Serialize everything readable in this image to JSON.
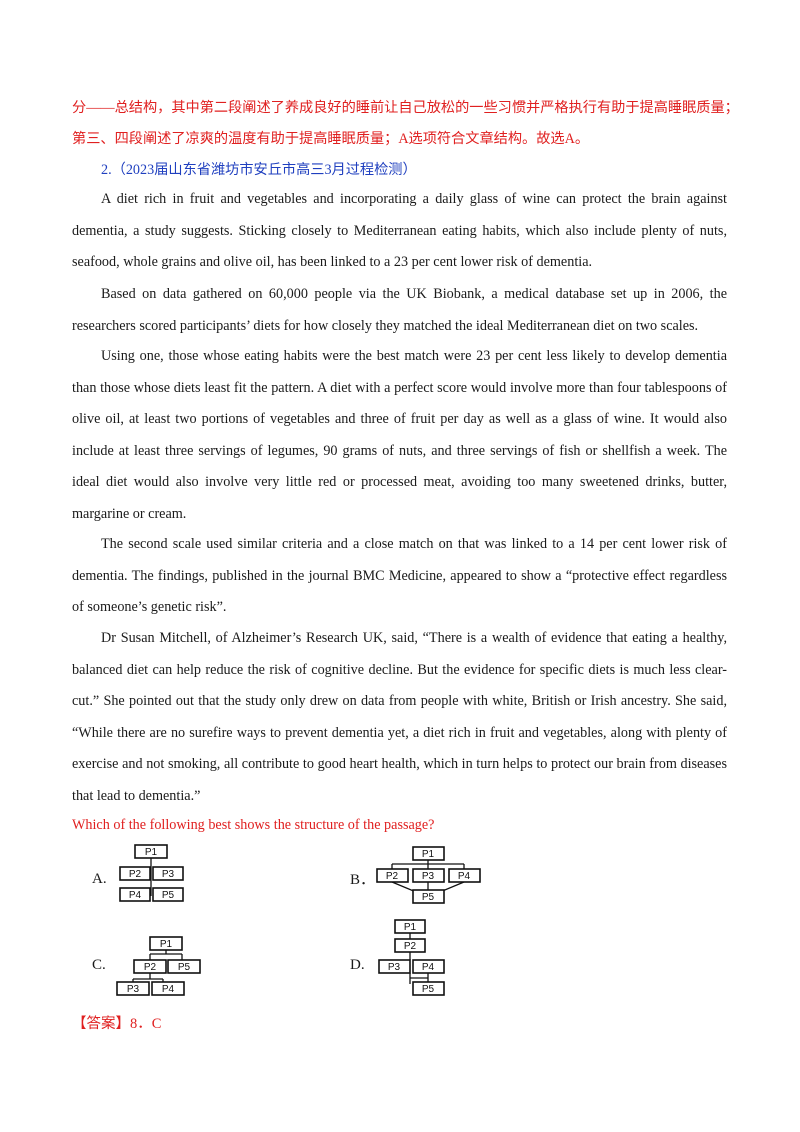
{
  "intro_lines": [
    "分——总结构，其中第二段阐述了养成良好的睡前让自己放松的一些习惯并严格执行有助于提高睡眠质量；",
    "第三、四段阐述了凉爽的温度有助于提高睡眠质量；A选项符合文章结构。故选A。"
  ],
  "source_title": "2.（2023届山东省潍坊市安丘市高三3月过程检测）",
  "paragraphs": [
    "A diet rich in fruit and vegetables and incorporating a daily glass of wine can protect the brain against dementia, a study suggests. Sticking closely to Mediterranean eating habits, which also include plenty of nuts, seafood, whole grains and olive oil, has been linked to a 23 per cent lower risk of dementia.",
    "Based on data gathered on 60,000 people via the UK Biobank, a medical database set up in 2006, the researchers scored participants’ diets for how closely they matched the ideal Mediterranean diet on two scales.",
    "Using one, those whose eating habits were the best match were 23 per cent less likely to develop dementia than those whose diets least fit the pattern. A diet with a perfect score would involve more than four tablespoons of olive oil, at least two portions of vegetables and three of fruit per day as well as a glass of wine. It would also include at least three servings of legumes, 90 grams of nuts, and three servings of fish or shellfish a week. The ideal diet would also involve very little red or processed meat, avoiding too many sweetened drinks, butter, margarine or cream.",
    "The second scale used similar criteria and a close match on that was linked to a 14 per cent lower risk of dementia. The findings, published in the journal BMC Medicine, appeared to show a “protective effect regardless of someone’s genetic risk”.",
    "Dr Susan Mitchell, of Alzheimer’s Research UK, said, “There is a wealth of evidence that eating a healthy, balanced diet can help reduce the risk of cognitive decline. But the evidence for specific diets is much less clear-cut.” She pointed out that the study only drew on data from people with white, British or Irish ancestry. She said, “While there are no surefire ways to prevent dementia yet, a diet rich in fruit and vegetables, along with plenty of exercise and not smoking, all contribute to good heart health, which in turn helps to protect our brain from diseases that lead to dementia.”"
  ],
  "question": "Which of the following best shows the structure of the passage?",
  "options": {
    "a": {
      "label": "A.",
      "boxes": [
        "P1",
        "P2",
        "P3",
        "P4",
        "P5"
      ]
    },
    "b": {
      "label": "B．",
      "boxes": [
        "P1",
        "P2",
        "P3",
        "P4",
        "P5"
      ]
    },
    "c": {
      "label": "C.",
      "boxes": [
        "P1",
        "P2",
        "P5",
        "P3",
        "P4"
      ]
    },
    "d": {
      "label": "D.",
      "boxes": [
        "P1",
        "P2",
        "P3",
        "P4",
        "P5"
      ]
    }
  },
  "answer": {
    "tag": "【答案】",
    "text": "8．C"
  }
}
